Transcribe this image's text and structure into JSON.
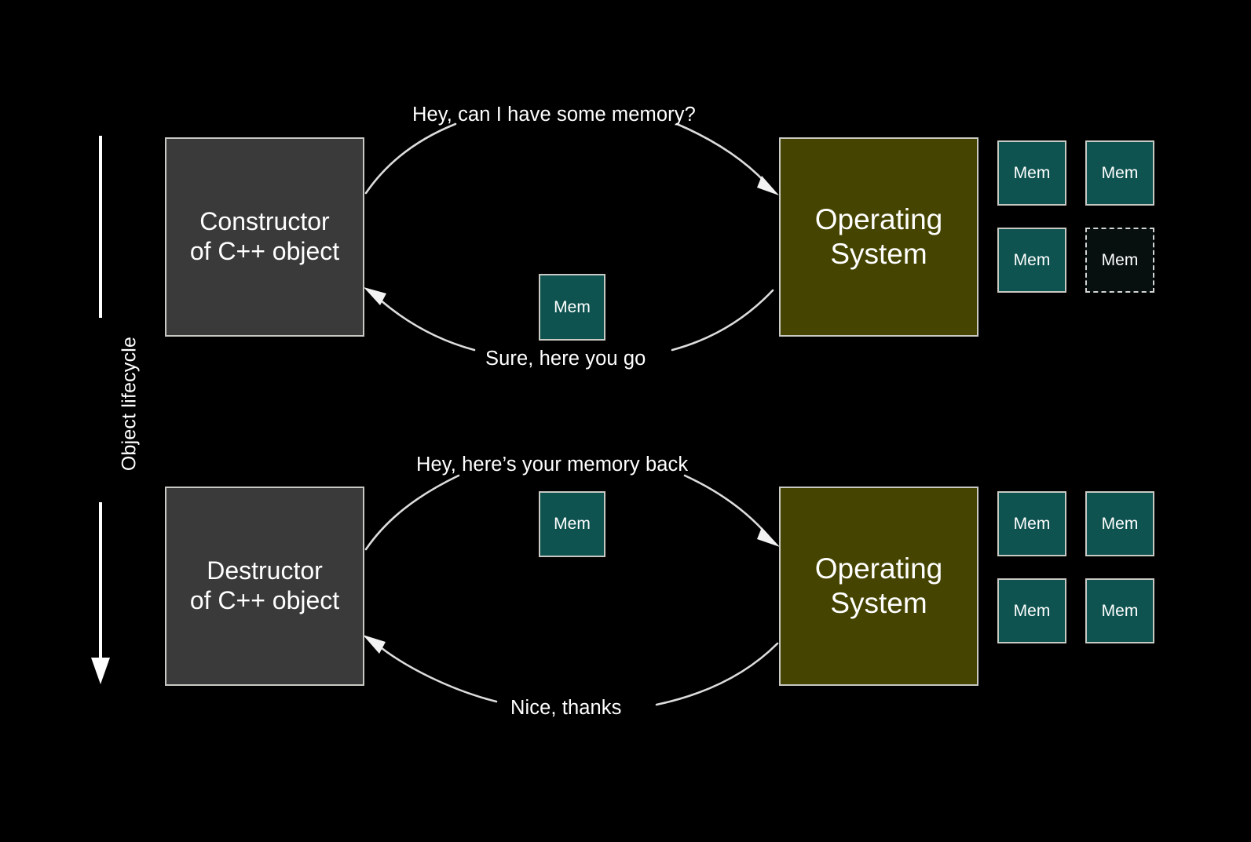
{
  "background_color": "#000000",
  "axis": {
    "label": "Object lifecycle",
    "direction": "downward",
    "color": "#ffffff"
  },
  "colors": {
    "actor_fill": "#3a3a3a",
    "os_fill": "#454400",
    "memory_fill": "#0e5350",
    "memory_empty_fill": "#07100f",
    "border": "#c9c9c4",
    "arrow": "#dcdcdc",
    "text": "#ffffff"
  },
  "sections": [
    {
      "id": "allocation",
      "actor": {
        "line1": "Constructor",
        "line2": "of C++ object"
      },
      "os": {
        "line1": "Operating",
        "line2": "System"
      },
      "request_label": "Hey, can I have some memory?",
      "response_label": "Sure, here you go",
      "transit_memory": {
        "label": "Mem"
      },
      "memory_pool": [
        {
          "label": "Mem",
          "state": "allocated"
        },
        {
          "label": "Mem",
          "state": "allocated"
        },
        {
          "label": "Mem",
          "state": "allocated"
        },
        {
          "label": "Mem",
          "state": "free"
        }
      ]
    },
    {
      "id": "deallocation",
      "actor": {
        "line1": "Destructor",
        "line2": "of C++ object"
      },
      "os": {
        "line1": "Operating",
        "line2": "System"
      },
      "request_label": "Hey, here’s your memory back",
      "response_label": "Nice, thanks",
      "transit_memory": {
        "label": "Mem"
      },
      "memory_pool": [
        {
          "label": "Mem",
          "state": "allocated"
        },
        {
          "label": "Mem",
          "state": "allocated"
        },
        {
          "label": "Mem",
          "state": "allocated"
        },
        {
          "label": "Mem",
          "state": "allocated"
        }
      ]
    }
  ]
}
